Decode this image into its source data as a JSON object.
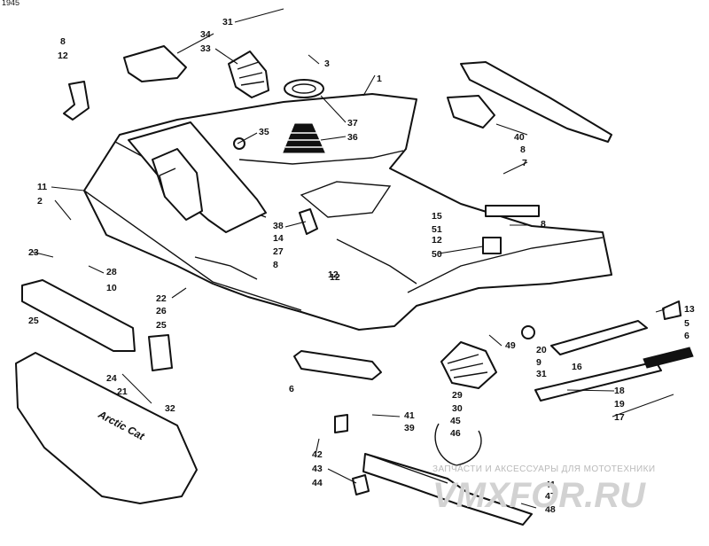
{
  "diagram": {
    "corner_mark": "1945",
    "hood_lettering": "Arctic Cat",
    "labels": [
      "31",
      "34",
      "33",
      "8",
      "12",
      "3",
      "1",
      "37",
      "36",
      "35",
      "40",
      "8",
      "7",
      "11",
      "2",
      "38",
      "14",
      "27",
      "8",
      "12",
      "15",
      "51",
      "8",
      "12",
      "50",
      "28",
      "10",
      "23",
      "22",
      "25",
      "26",
      "25",
      "24",
      "21",
      "32",
      "12",
      "6",
      "29",
      "30",
      "31",
      "49",
      "20",
      "9",
      "16",
      "13",
      "5",
      "6",
      "18",
      "19",
      "17",
      "41",
      "39",
      "45",
      "46",
      "42",
      "43",
      "44",
      "41",
      "47",
      "48"
    ]
  },
  "watermark": {
    "caption": "ЗАПЧАСТИ И АКСЕССУАРЫ ДЛЯ МОТОТЕХНИКИ",
    "site": "VMXFOR.RU"
  }
}
